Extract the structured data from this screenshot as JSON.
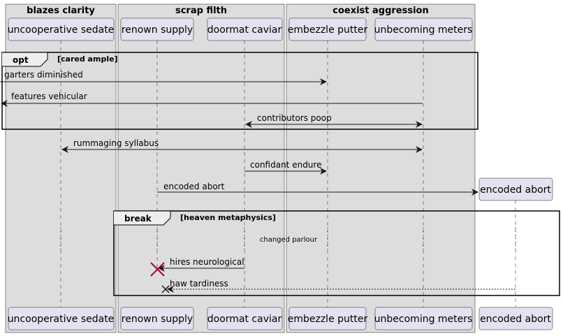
{
  "boxes": [
    {
      "title": "blazes clarity"
    },
    {
      "title": "scrap filth"
    },
    {
      "title": "coexist aggression"
    }
  ],
  "participants": [
    {
      "label": "uncooperative sedate"
    },
    {
      "label": "renown supply"
    },
    {
      "label": "doormat caviar"
    },
    {
      "label": "embezzle putter"
    },
    {
      "label": "unbecoming meters"
    },
    {
      "label": "encoded abort"
    }
  ],
  "frames": {
    "opt": {
      "keyword": "opt",
      "condition": "[cared ample]"
    },
    "break": {
      "keyword": "break",
      "condition": "[heaven metaphysics]"
    }
  },
  "messages": [
    {
      "label": "garters diminished"
    },
    {
      "label": "features vehicular"
    },
    {
      "label": "contributors poop"
    },
    {
      "label": "rummaging syllabus"
    },
    {
      "label": "confidant endure"
    },
    {
      "label": "encoded abort"
    },
    {
      "label": "hires neurological"
    },
    {
      "label": "haw tardiness"
    }
  ],
  "divider": {
    "label": "changed parlour"
  },
  "colors": {
    "box_fill": "#dddddd",
    "participant_fill": "#e2e2f0",
    "participant_stroke": "#181818",
    "destroy_red": "#a80036"
  }
}
